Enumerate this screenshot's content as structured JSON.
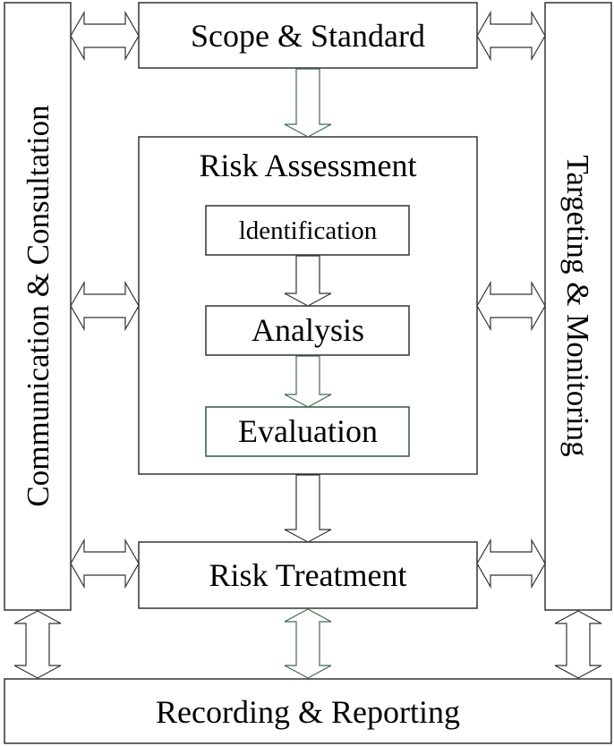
{
  "diagram": {
    "left_panel": "Communication & Consultation",
    "right_panel": "Targeting & Monitoring",
    "scope": "Scope & Standard",
    "assessment": {
      "title": "Risk Assessment",
      "steps": [
        "ldentification",
        "Analysis",
        "Evaluation"
      ]
    },
    "treatment": "Risk Treatment",
    "recording": "Recording & Reporting"
  },
  "colors": {
    "stroke": "#333333",
    "accent_green": "#3f6a4a"
  }
}
